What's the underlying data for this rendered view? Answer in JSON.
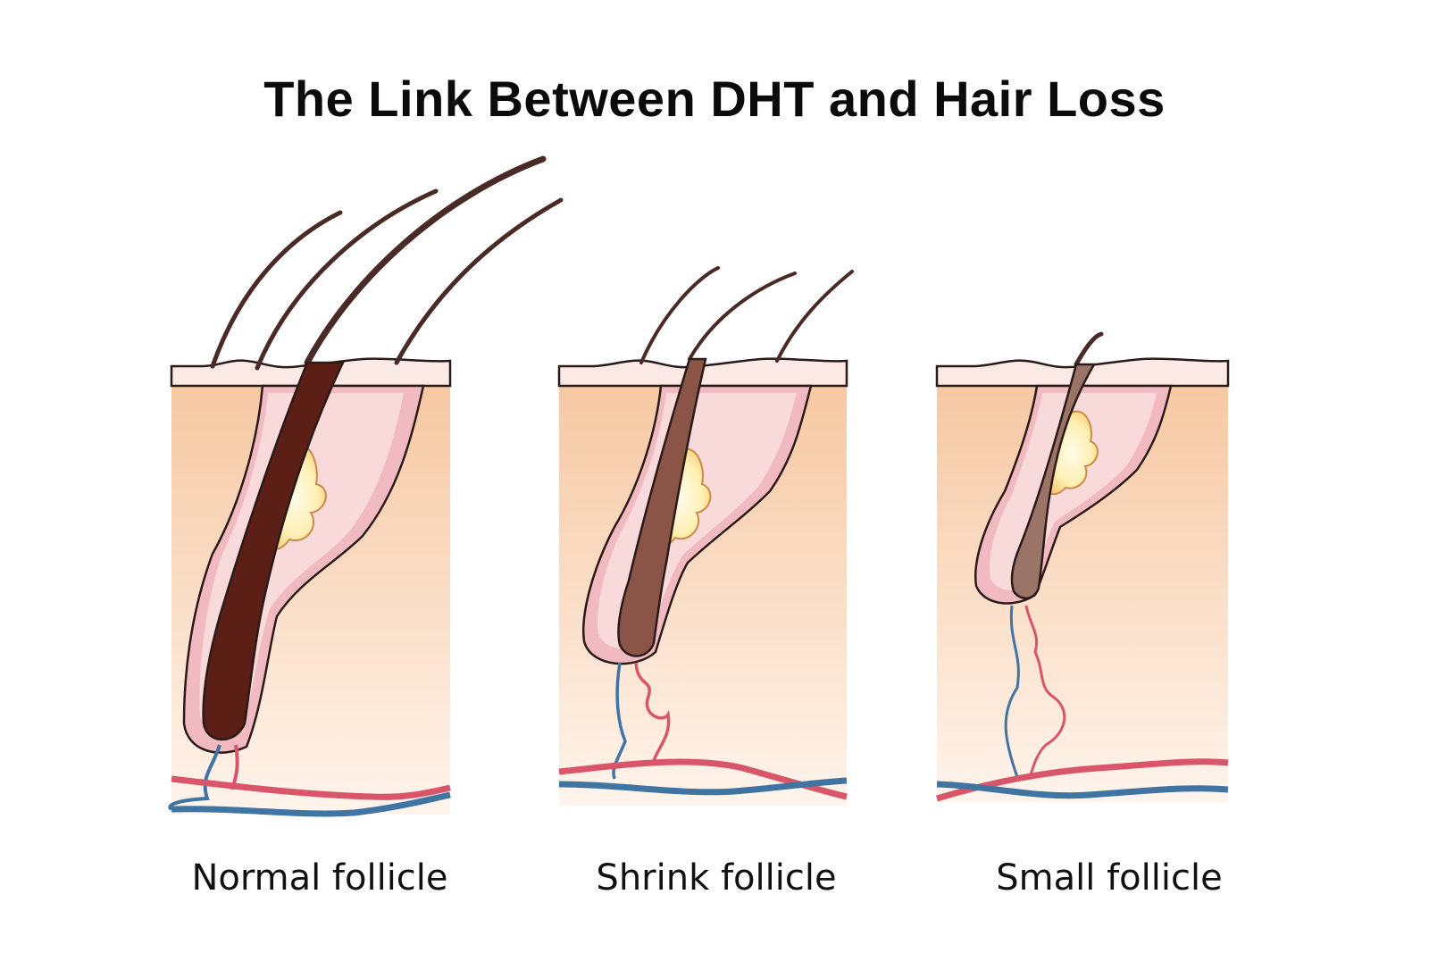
{
  "title": "The Link Between DHT and Hair Loss",
  "panels": [
    {
      "caption": "Normal follicle",
      "hair_color": "#5b1f16"
    },
    {
      "caption": "Shrink follicle",
      "hair_color": "#8a5446"
    },
    {
      "caption": "Small follicle",
      "hair_color": "#9b7468"
    }
  ],
  "colors": {
    "skin_top": "#f6c8a2",
    "skin_bottom": "#fff4ec",
    "epidermis": "#fbe9e6",
    "sheath": "#f1b9c0",
    "gland": "#fff2c4",
    "artery": "#d9566a",
    "vein": "#3f74a3",
    "outline": "#2a1a18"
  }
}
